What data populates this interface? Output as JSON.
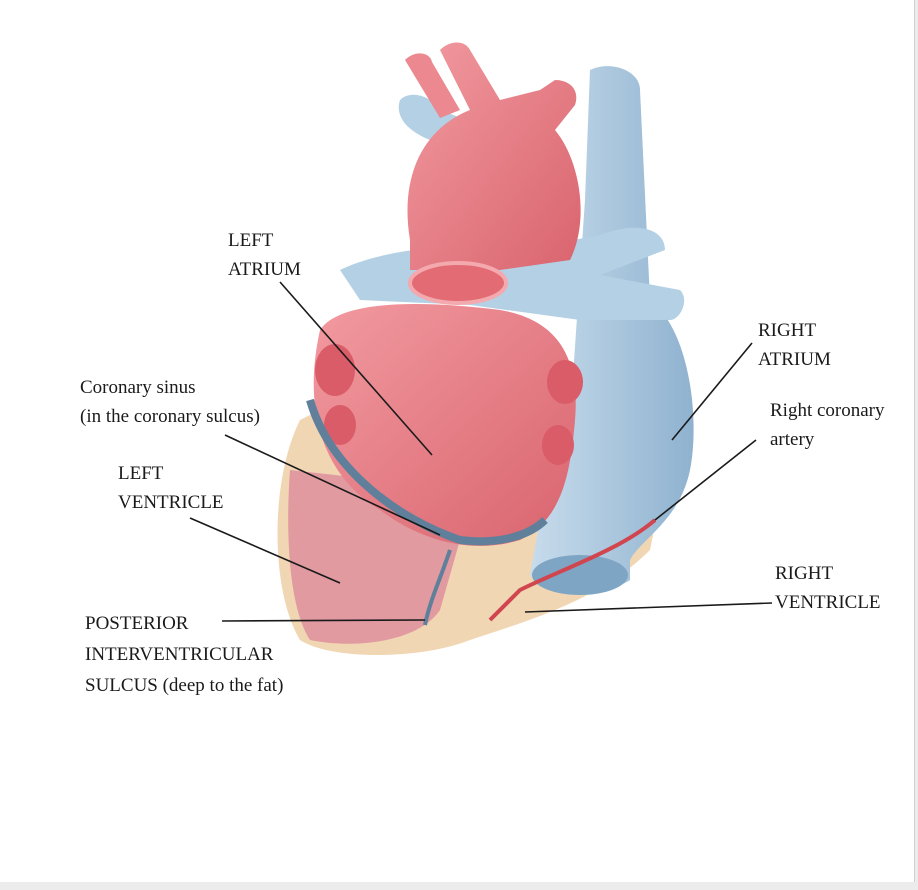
{
  "diagram": {
    "labels": {
      "left_atrium": [
        "LEFT",
        "ATRIUM"
      ],
      "coronary_sinus": [
        "Coronary sinus",
        "(in the coronary sulcus)"
      ],
      "left_ventricle": [
        "LEFT",
        "VENTRICLE"
      ],
      "posterior_sulcus": [
        "POSTERIOR",
        "INTERVENTRICULAR",
        "SULCUS (deep to the fat)"
      ],
      "right_atrium": [
        "RIGHT",
        "ATRIUM"
      ],
      "right_coronary_artery": [
        "Right coronary",
        "artery"
      ],
      "right_ventricle": [
        "RIGHT",
        "VENTRICLE"
      ]
    },
    "colors": {
      "artery": "#e8767a",
      "vein": "#a9c8de",
      "fat": "#f2d9b8",
      "muscle": "#dc8a92"
    }
  }
}
